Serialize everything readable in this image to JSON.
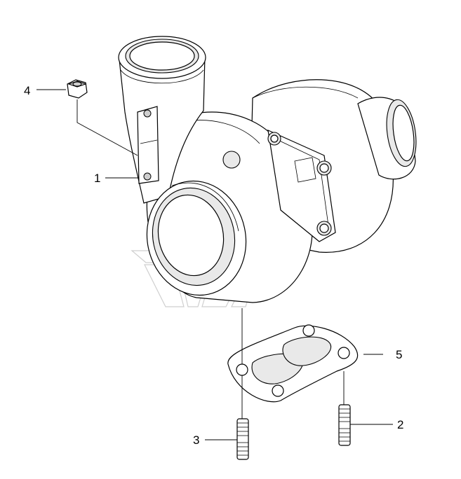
{
  "callouts": [
    {
      "id": "1",
      "label": "1"
    },
    {
      "id": "2",
      "label": "2"
    },
    {
      "id": "3",
      "label": "3"
    },
    {
      "id": "4",
      "label": "4"
    },
    {
      "id": "5",
      "label": "5"
    }
  ],
  "parts": {
    "turbocharger": "turbocharger-assembly",
    "stud_a": "stud-right",
    "stud_b": "stud-left",
    "nut": "hex-nut",
    "gasket": "twin-port-gasket"
  }
}
